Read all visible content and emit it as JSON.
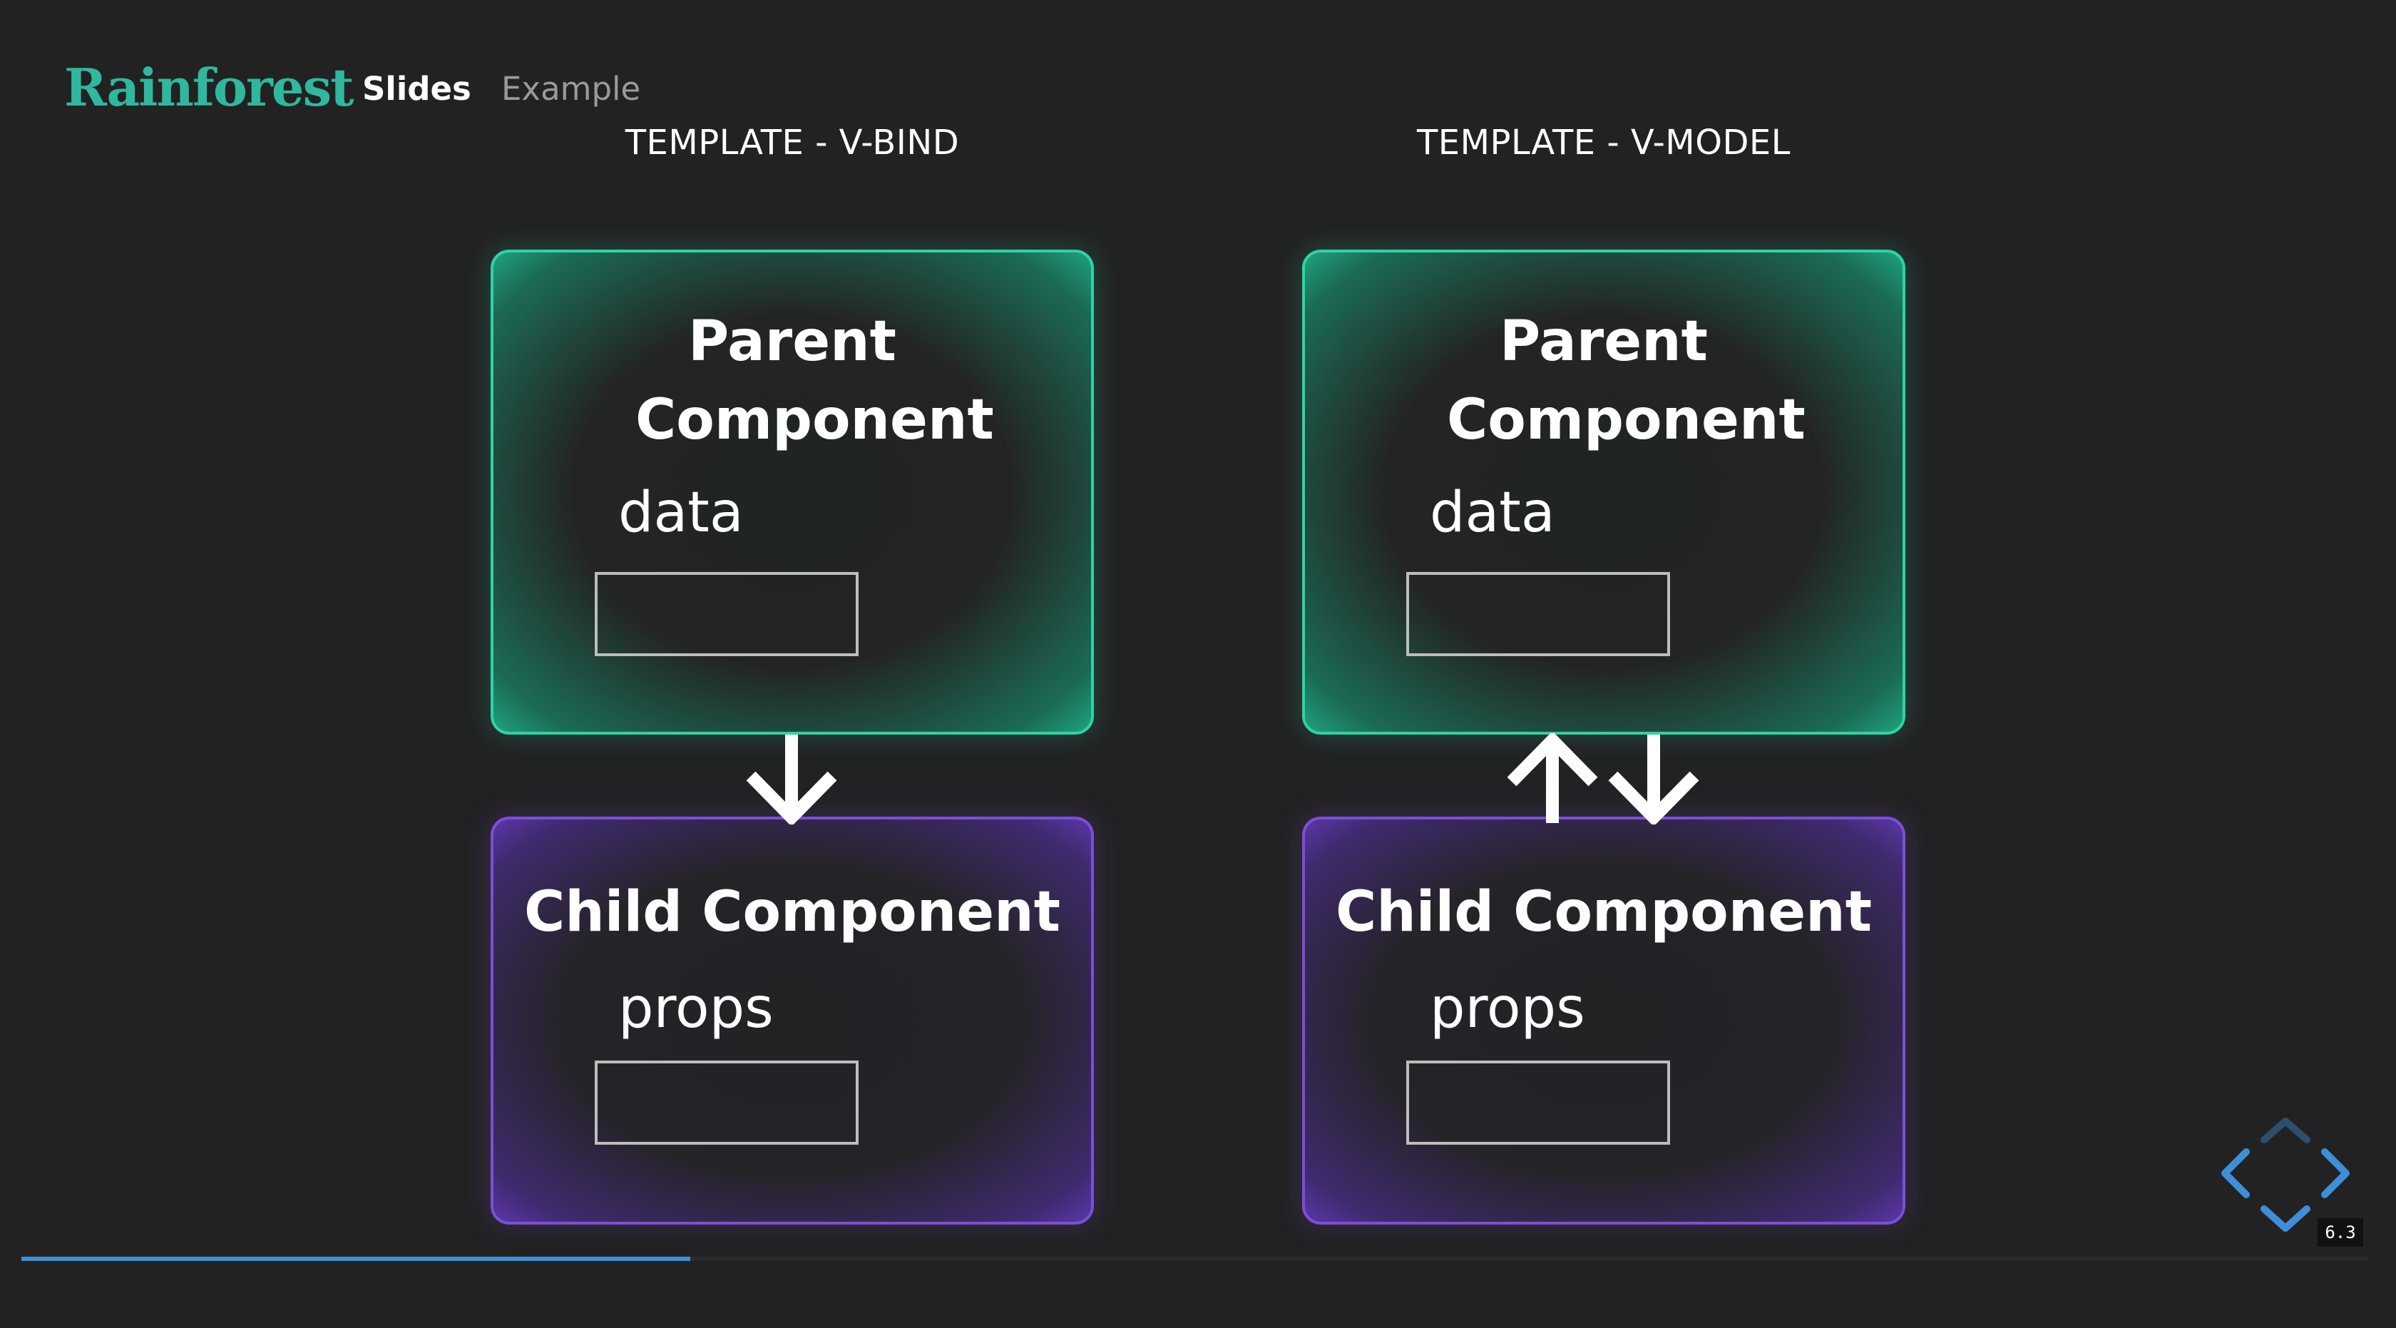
{
  "nav": {
    "brand": "Rainforest",
    "links": [
      {
        "label": "Slides"
      },
      {
        "label": "Example"
      }
    ]
  },
  "slide": {
    "columns": [
      {
        "heading": "TEMPLATE - V-BIND",
        "parent": {
          "title": "Parent Component",
          "label": "data"
        },
        "child": {
          "title": "Child Component",
          "label": "props"
        },
        "arrows": [
          "down"
        ]
      },
      {
        "heading": "TEMPLATE - V-MODEL",
        "parent": {
          "title": "Parent Component",
          "label": "data"
        },
        "child": {
          "title": "Child Component",
          "label": "props"
        },
        "arrows": [
          "up",
          "down"
        ]
      }
    ]
  },
  "progress": {
    "fraction": 0.285
  },
  "slide_number": "6.3",
  "colors": {
    "brand": "#2fb89d",
    "parent_border": "#2ed3a3",
    "child_border": "#7b4fd6",
    "progress": "#3d8fd8",
    "nav_controls": "#3d8fd8"
  },
  "icons": [
    "arrow-down-icon",
    "arrow-up-icon",
    "chevron-left-icon",
    "chevron-right-icon",
    "chevron-up-icon",
    "chevron-down-icon"
  ]
}
